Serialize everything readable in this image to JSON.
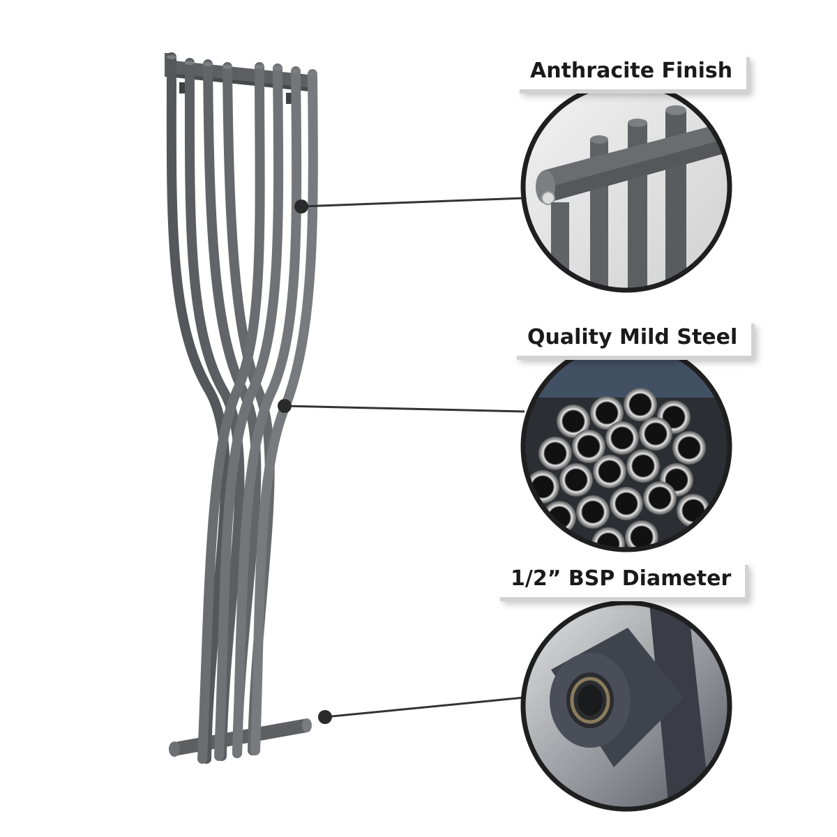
{
  "features": [
    {
      "label": "Anthracite Finish",
      "icon": "anthracite-finish-closeup-icon"
    },
    {
      "label": "Quality Mild Steel",
      "icon": "mild-steel-tubes-icon"
    },
    {
      "label": "1/2” BSP Diameter",
      "icon": "bsp-thread-closeup-icon"
    }
  ],
  "colors": {
    "pipe": "#6b6d70",
    "pipe_dark": "#55575a",
    "circle_ring": "#1f1f1f",
    "callout_line": "#333333",
    "label_text": "#1a1a1a"
  }
}
